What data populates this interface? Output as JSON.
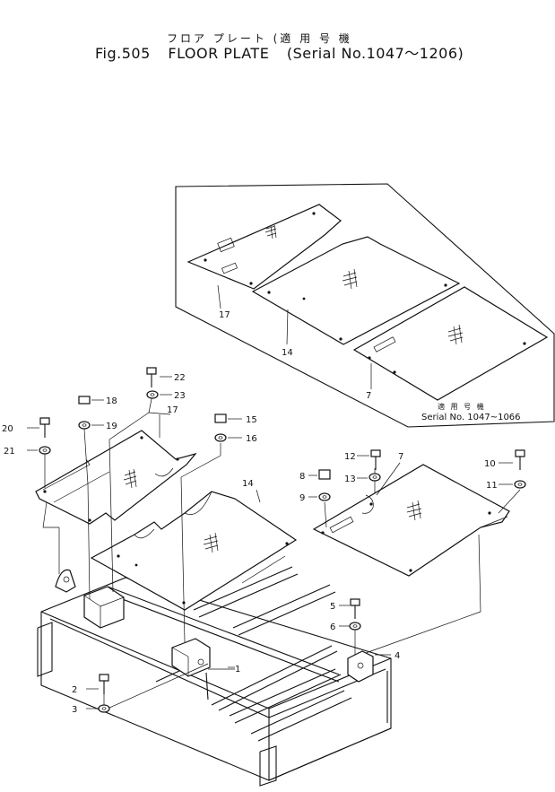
{
  "header": {
    "title_jp": "フロア プレート (適 用 号 機",
    "fig_label": "Fig.505",
    "title_en": "FLOOR PLATE",
    "serial_range": "(Serial No.1047～1206)"
  },
  "inset": {
    "serial_jp": "適 用 号 機",
    "serial_range": "Serial No. 1047~1066",
    "callouts": [
      "17",
      "14",
      "7"
    ]
  },
  "callouts": [
    "1",
    "2",
    "3",
    "4",
    "5",
    "6",
    "7",
    "8",
    "9",
    "10",
    "11",
    "12",
    "13",
    "14",
    "15",
    "16",
    "17",
    "18",
    "19",
    "20",
    "21",
    "22",
    "23"
  ]
}
